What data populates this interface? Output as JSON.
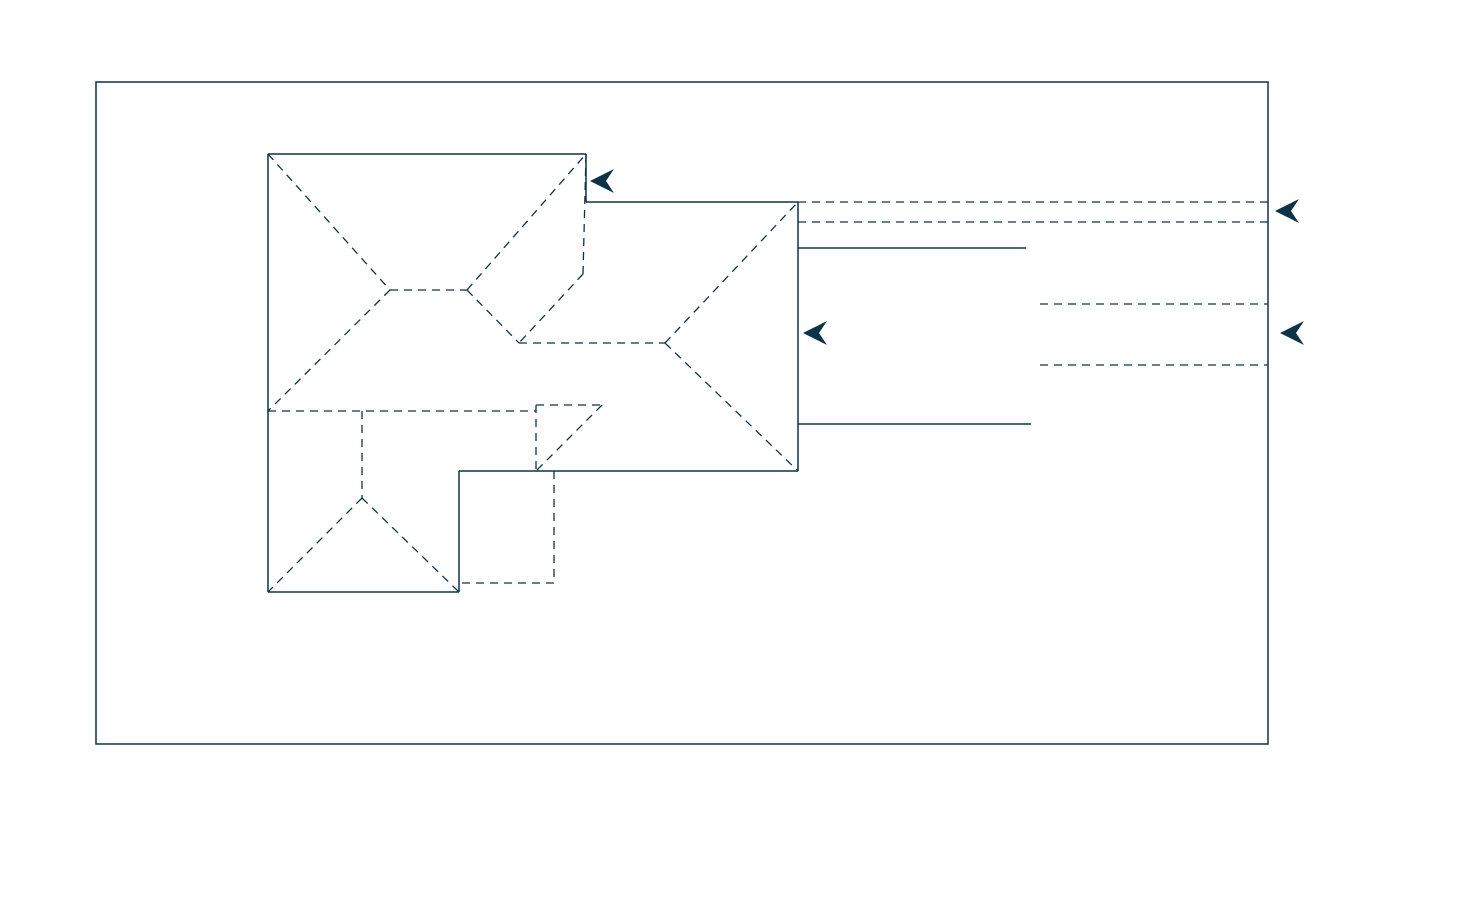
{
  "diagram": {
    "kind": "roof plan",
    "colors": {
      "line": "#0d3349",
      "background": "#ffffff"
    },
    "elements": [
      "site-boundary",
      "building-outline",
      "hip-lines",
      "ridge-lines",
      "driveway-edges",
      "direction-arrows"
    ],
    "arrow_count": 4,
    "arrow_icon": "arrowhead-left-icon"
  }
}
